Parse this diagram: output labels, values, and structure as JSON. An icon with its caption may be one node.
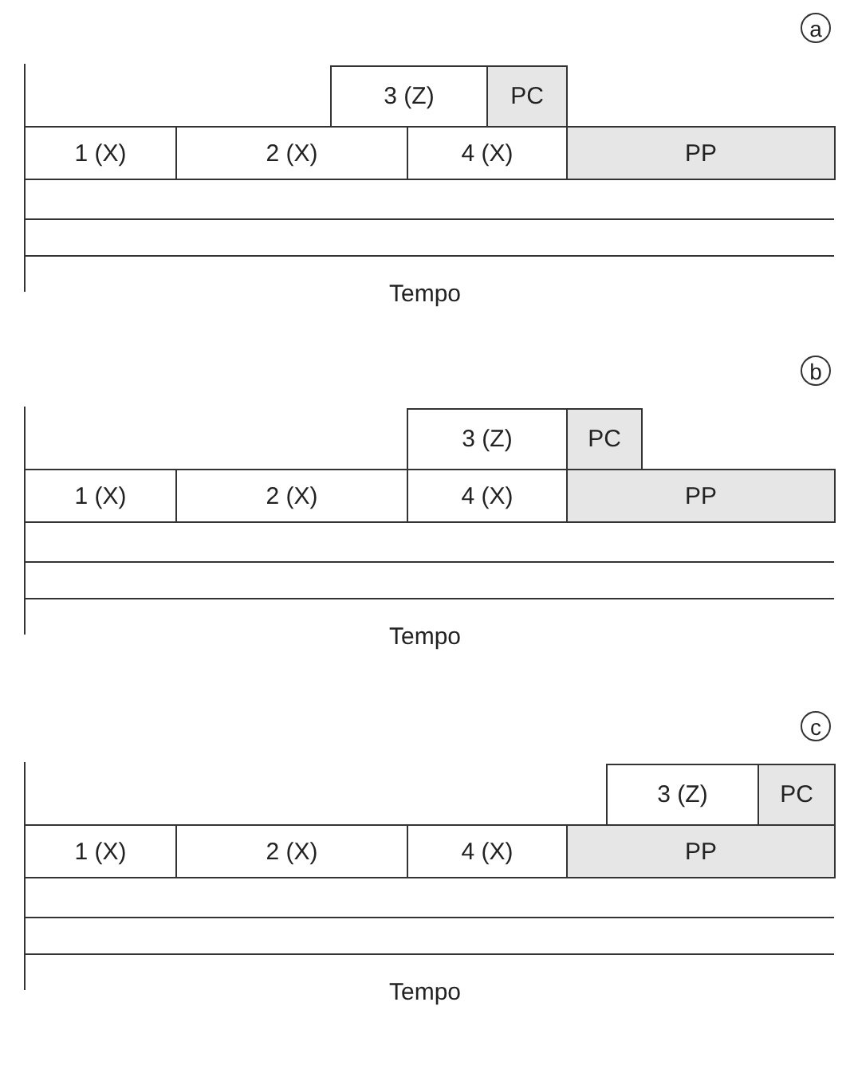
{
  "diagram": {
    "nodes": [
      {
        "text": [
          "3 (Z)"
        ]
      },
      {
        "text": [
          "PC"
        ]
      },
      {
        "text": [
          "1 (X)"
        ]
      },
      {
        "text": [
          "2 (X)"
        ]
      },
      {
        "text": [
          "4 (X)"
        ]
      },
      {
        "text": [
          "PP"
        ]
      },
      {
        "text": [
          "3 (Z)"
        ]
      },
      {
        "text": [
          "PC"
        ]
      },
      {
        "text": [
          "1 (X)"
        ]
      },
      {
        "text": [
          "2 (X)"
        ]
      },
      {
        "text": [
          "4 (X)"
        ]
      },
      {
        "text": [
          "PP"
        ]
      },
      {
        "text": [
          "3 (Z)"
        ]
      },
      {
        "text": [
          "PC"
        ]
      },
      {
        "text": [
          "1 (X)"
        ]
      },
      {
        "text": [
          "2 (X)"
        ]
      },
      {
        "text": [
          "4 (X)"
        ]
      },
      {
        "text": [
          "PP"
        ]
      }
    ],
    "labels": [
      "a",
      "Tempo",
      "b",
      "Tempo",
      "c",
      "Tempo"
    ]
  }
}
